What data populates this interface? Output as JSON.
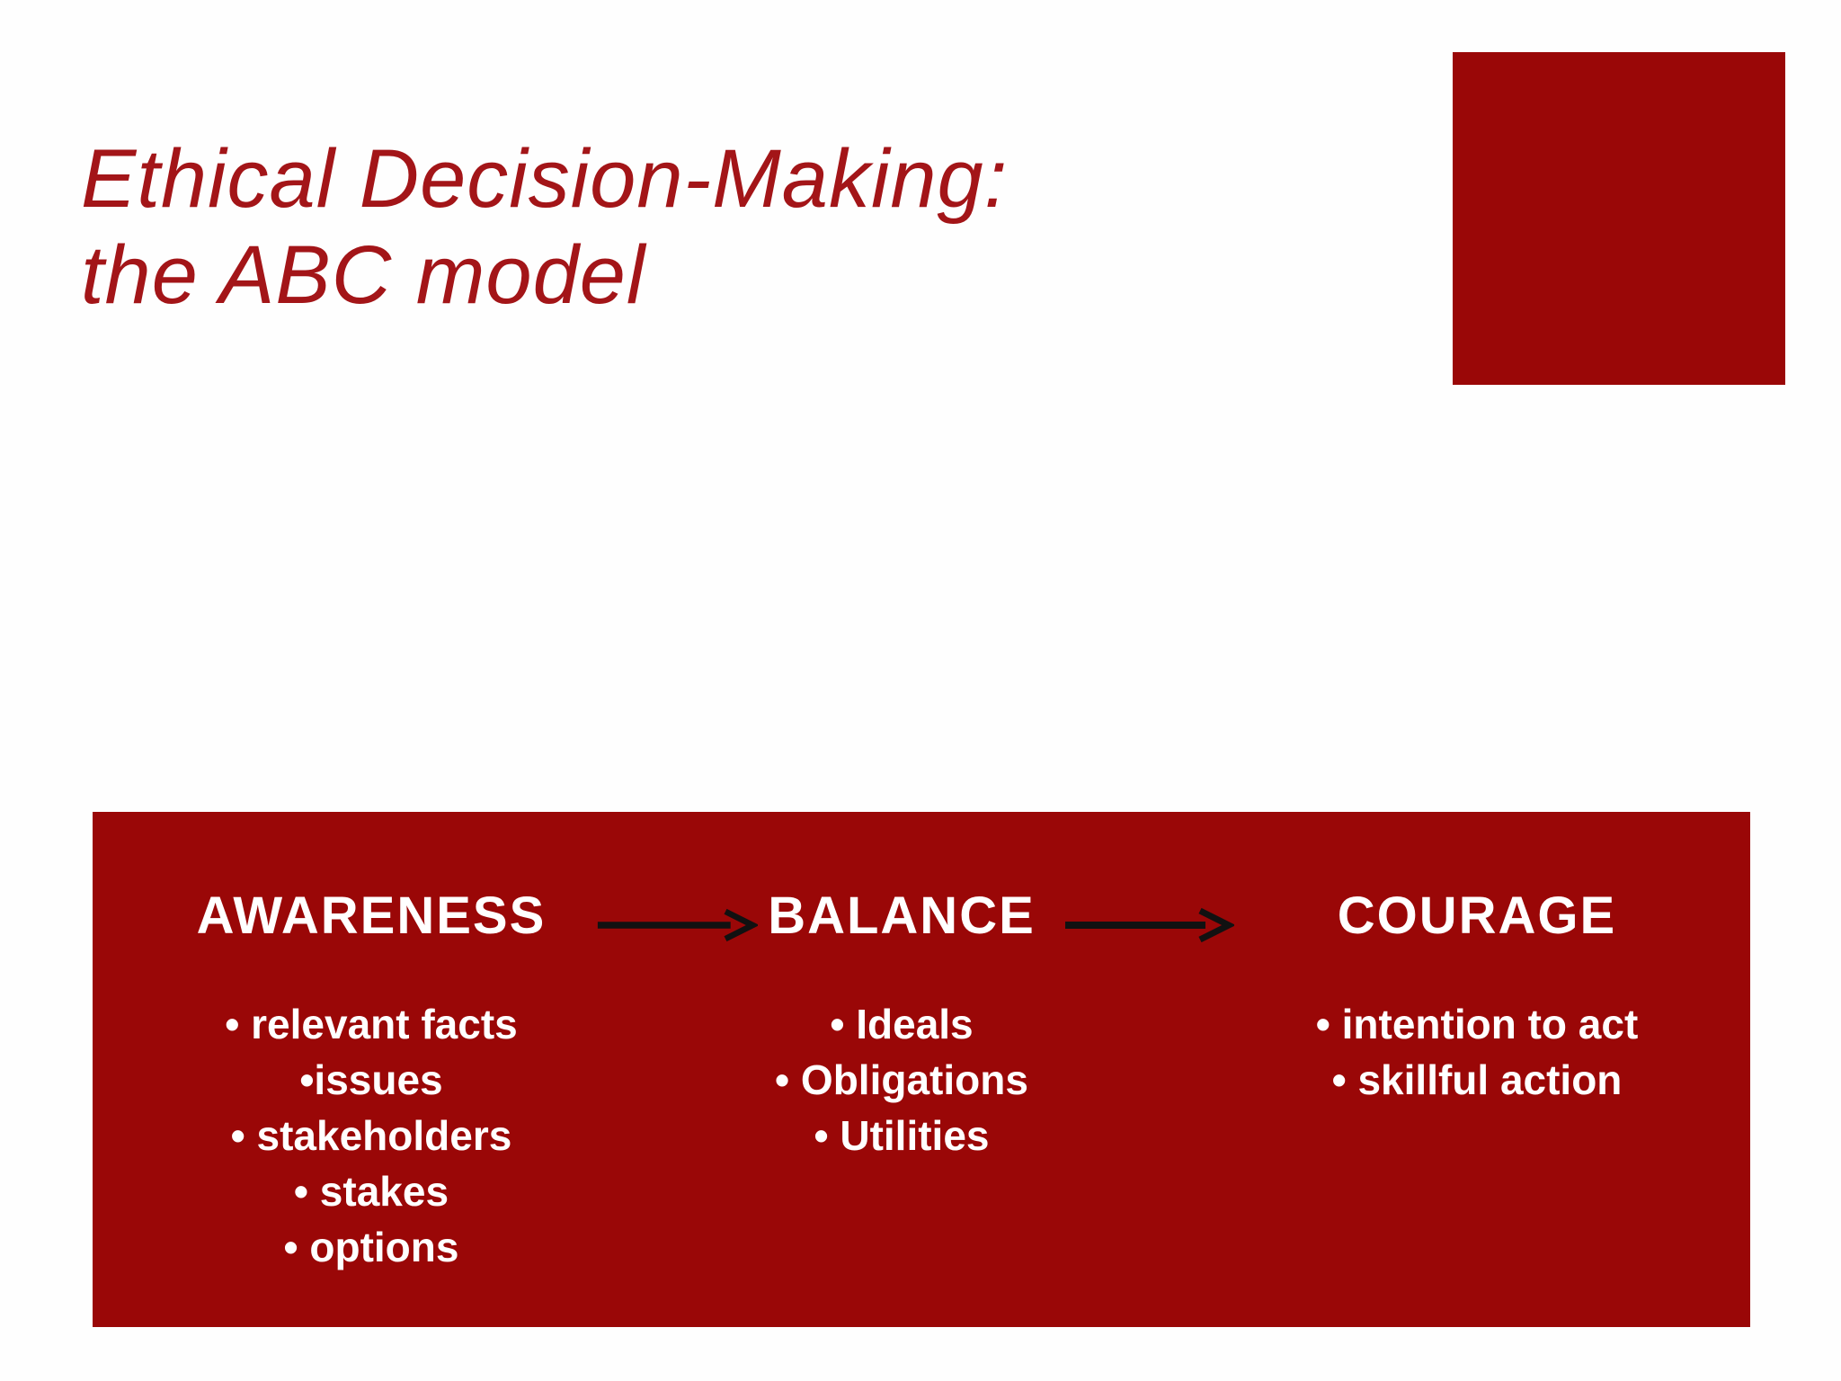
{
  "slide_title": {
    "line1": "Ethical Decision-Making:",
    "line2": "the ABC model"
  },
  "colors": {
    "accent_red": "#9a0707",
    "title_red": "#a31518",
    "text_white": "#ffffff",
    "arrow_black": "#111111"
  },
  "banner": {
    "columns": [
      {
        "heading": "AWARENESS",
        "bullets": [
          "• relevant facts",
          "•issues",
          "• stakeholders",
          "• stakes",
          "• options"
        ]
      },
      {
        "heading": "BALANCE",
        "bullets": [
          "• Ideals",
          "• Obligations",
          "• Utilities"
        ]
      },
      {
        "heading": "COURAGE",
        "bullets": [
          "• intention to act",
          "• skillful action"
        ]
      }
    ]
  }
}
